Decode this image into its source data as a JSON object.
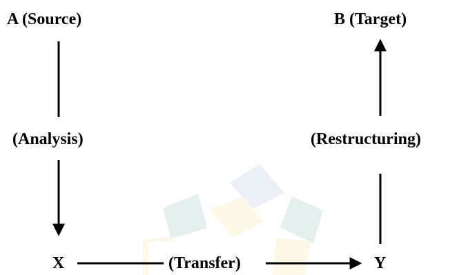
{
  "diagram": {
    "source_label": "A (Source)",
    "target_label": "B (Target)",
    "analysis_label": "(Analysis)",
    "restructuring_label": "(Restructuring)",
    "x_label": "X",
    "transfer_label": "(Transfer)",
    "y_label": "Y"
  },
  "colors": {
    "line": "#000000",
    "watermark_green": "#3f9b8a",
    "watermark_yellow": "#f2d24e",
    "watermark_blue": "#6f98c6"
  }
}
